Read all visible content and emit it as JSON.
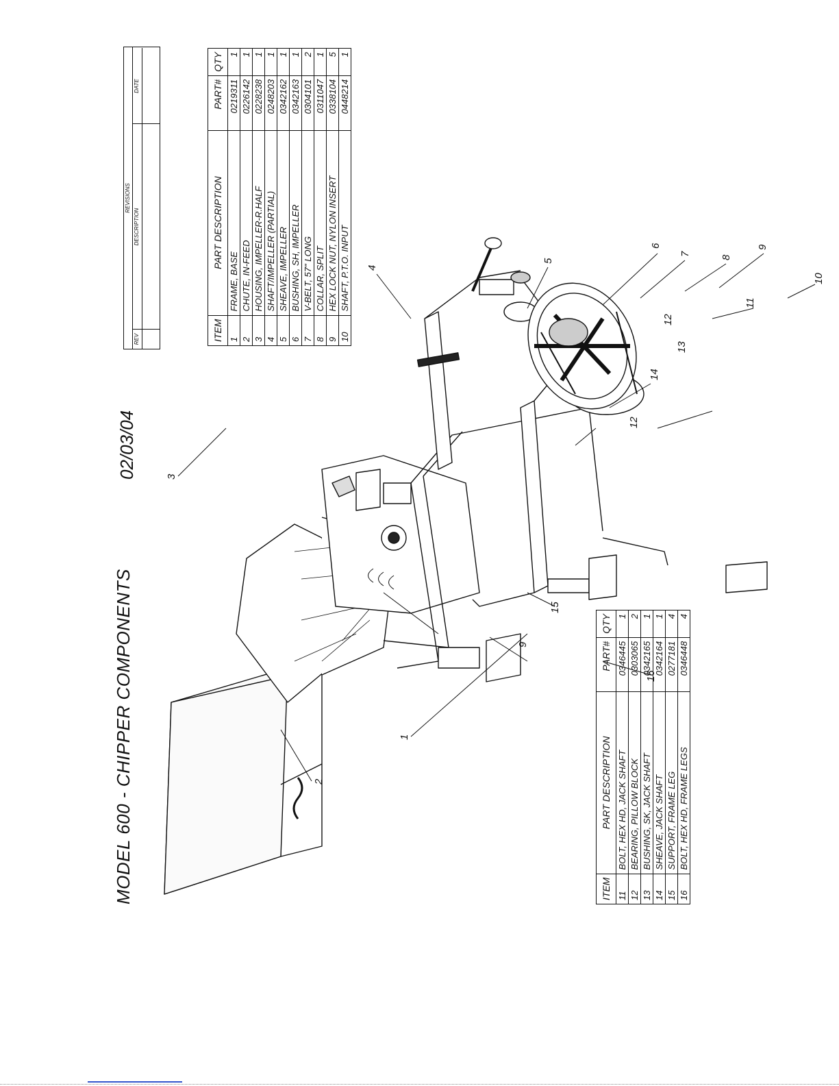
{
  "title": "MODEL 600 - CHIPPER COMPONENTS",
  "date": "02/03/04",
  "revisions": {
    "header": "REVISIONS",
    "rev": "REV",
    "description": "DESCRIPTION",
    "date": "DATE"
  },
  "table_headers": {
    "item": "ITEM",
    "description": "PART DESCRIPTION",
    "part": "PART#",
    "qty": "QTY"
  },
  "parts_right": [
    {
      "item": "1",
      "description": "FRAME, BASE",
      "part": "0219311",
      "qty": "1"
    },
    {
      "item": "2",
      "description": "CHUTE, IN-FEED",
      "part": "0226142",
      "qty": "1"
    },
    {
      "item": "3",
      "description": "HOUSING, IMPELLER-R.HALF",
      "part": "0228238",
      "qty": "1"
    },
    {
      "item": "4",
      "description": "SHAFT/IMPELLER (PARTIAL)",
      "part": "0248203",
      "qty": "1"
    },
    {
      "item": "5",
      "description": "SHEAVE, IMPELLER",
      "part": "0342162",
      "qty": "1"
    },
    {
      "item": "6",
      "description": "BUSHING, SH, IMPELLER",
      "part": "0342163",
      "qty": "1"
    },
    {
      "item": "7",
      "description": "V-BELT, 57\" LONG",
      "part": "0304101",
      "qty": "2"
    },
    {
      "item": "8",
      "description": "COLLAR, SPLIT",
      "part": "0311047",
      "qty": "1"
    },
    {
      "item": "9",
      "description": "HEX LOCK NUT, NYLON INSERT",
      "part": "0338104",
      "qty": "5"
    },
    {
      "item": "10",
      "description": "SHAFT, P.T.O. INPUT",
      "part": "0448214",
      "qty": "1"
    }
  ],
  "parts_left": [
    {
      "item": "11",
      "description": "BOLT, HEX HD, JACK SHAFT",
      "part": "0346445",
      "qty": "1"
    },
    {
      "item": "12",
      "description": "BEARING, PILLOW BLOCK",
      "part": "0303065",
      "qty": "2"
    },
    {
      "item": "13",
      "description": "BUSHING, SK, JACK SHAFT",
      "part": "0342165",
      "qty": "1"
    },
    {
      "item": "14",
      "description": "SHEAVE, JACK SHAFT",
      "part": "0342164",
      "qty": "1"
    },
    {
      "item": "15",
      "description": "SUPPORT, FRAME LEG",
      "part": "0277181",
      "qty": "4"
    },
    {
      "item": "16",
      "description": "BOLT, HEX HD, FRAME LEGS",
      "part": "0346448",
      "qty": "4"
    }
  ],
  "callouts": [
    "1",
    "2",
    "3",
    "4",
    "5",
    "6",
    "7",
    "8",
    "9",
    "9",
    "10",
    "11",
    "12",
    "12",
    "13",
    "14",
    "15",
    "16"
  ]
}
